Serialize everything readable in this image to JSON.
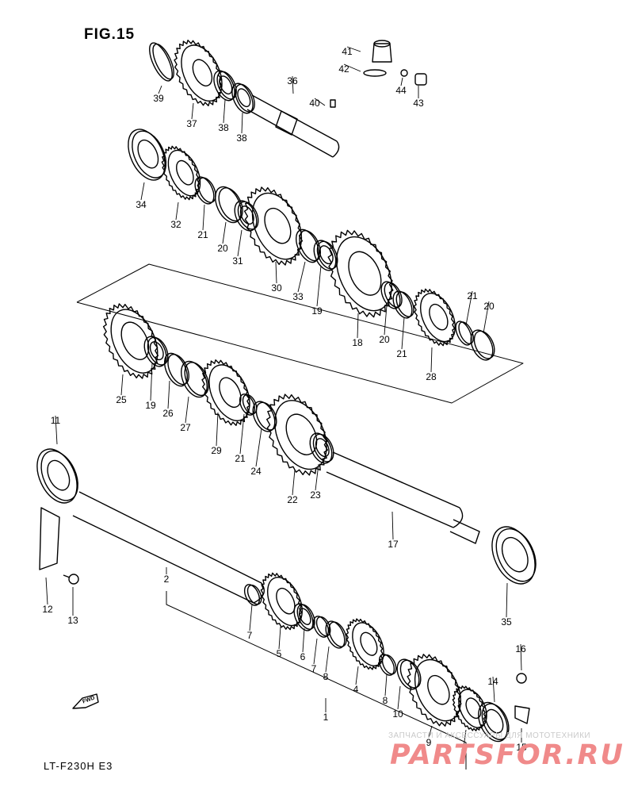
{
  "figure": {
    "title": "FIG.15",
    "model_code": "LT-F230H E3",
    "fwd_label": "FWD"
  },
  "watermark": {
    "small_text": "ЗАПЧАСТИ И АКСЕССУАРЫ ДЛЯ МОТОТЕХНИКИ",
    "brand": "PARTSFOR.RU"
  },
  "parts": [
    {
      "ref": "1"
    },
    {
      "ref": "2"
    },
    {
      "ref": "3"
    },
    {
      "ref": "4"
    },
    {
      "ref": "5"
    },
    {
      "ref": "6"
    },
    {
      "ref": "7"
    },
    {
      "ref": "8"
    },
    {
      "ref": "9"
    },
    {
      "ref": "10"
    },
    {
      "ref": "11"
    },
    {
      "ref": "12"
    },
    {
      "ref": "13"
    },
    {
      "ref": "14"
    },
    {
      "ref": "15"
    },
    {
      "ref": "16"
    },
    {
      "ref": "17"
    },
    {
      "ref": "18"
    },
    {
      "ref": "19"
    },
    {
      "ref": "20"
    },
    {
      "ref": "21"
    },
    {
      "ref": "22"
    },
    {
      "ref": "23"
    },
    {
      "ref": "24"
    },
    {
      "ref": "25"
    },
    {
      "ref": "26"
    },
    {
      "ref": "27"
    },
    {
      "ref": "28"
    },
    {
      "ref": "29"
    },
    {
      "ref": "30"
    },
    {
      "ref": "31"
    },
    {
      "ref": "32"
    },
    {
      "ref": "33"
    },
    {
      "ref": "34"
    },
    {
      "ref": "35"
    },
    {
      "ref": "36"
    },
    {
      "ref": "37"
    },
    {
      "ref": "38"
    },
    {
      "ref": "39"
    },
    {
      "ref": "40"
    },
    {
      "ref": "41"
    },
    {
      "ref": "42"
    },
    {
      "ref": "43"
    },
    {
      "ref": "44"
    }
  ],
  "callouts": [
    {
      "ref": "39"
    },
    {
      "ref": "37"
    },
    {
      "ref": "38"
    },
    {
      "ref": "38"
    },
    {
      "ref": "36"
    },
    {
      "ref": "40"
    },
    {
      "ref": "41"
    },
    {
      "ref": "42"
    },
    {
      "ref": "44"
    },
    {
      "ref": "43"
    },
    {
      "ref": "34"
    },
    {
      "ref": "32"
    },
    {
      "ref": "21"
    },
    {
      "ref": "20"
    },
    {
      "ref": "31"
    },
    {
      "ref": "30"
    },
    {
      "ref": "33"
    },
    {
      "ref": "19"
    },
    {
      "ref": "18"
    },
    {
      "ref": "20"
    },
    {
      "ref": "21"
    },
    {
      "ref": "21"
    },
    {
      "ref": "20"
    },
    {
      "ref": "28"
    },
    {
      "ref": "25"
    },
    {
      "ref": "19"
    },
    {
      "ref": "26"
    },
    {
      "ref": "27"
    },
    {
      "ref": "29"
    },
    {
      "ref": "21"
    },
    {
      "ref": "24"
    },
    {
      "ref": "22"
    },
    {
      "ref": "23"
    },
    {
      "ref": "11"
    },
    {
      "ref": "17"
    },
    {
      "ref": "35"
    },
    {
      "ref": "12"
    },
    {
      "ref": "13"
    },
    {
      "ref": "2"
    },
    {
      "ref": "7"
    },
    {
      "ref": "5"
    },
    {
      "ref": "6"
    },
    {
      "ref": "7"
    },
    {
      "ref": "8"
    },
    {
      "ref": "4"
    },
    {
      "ref": "8"
    },
    {
      "ref": "10"
    },
    {
      "ref": "9"
    },
    {
      "ref": "16"
    },
    {
      "ref": "14"
    },
    {
      "ref": "1"
    },
    {
      "ref": "3"
    },
    {
      "ref": "15"
    }
  ]
}
